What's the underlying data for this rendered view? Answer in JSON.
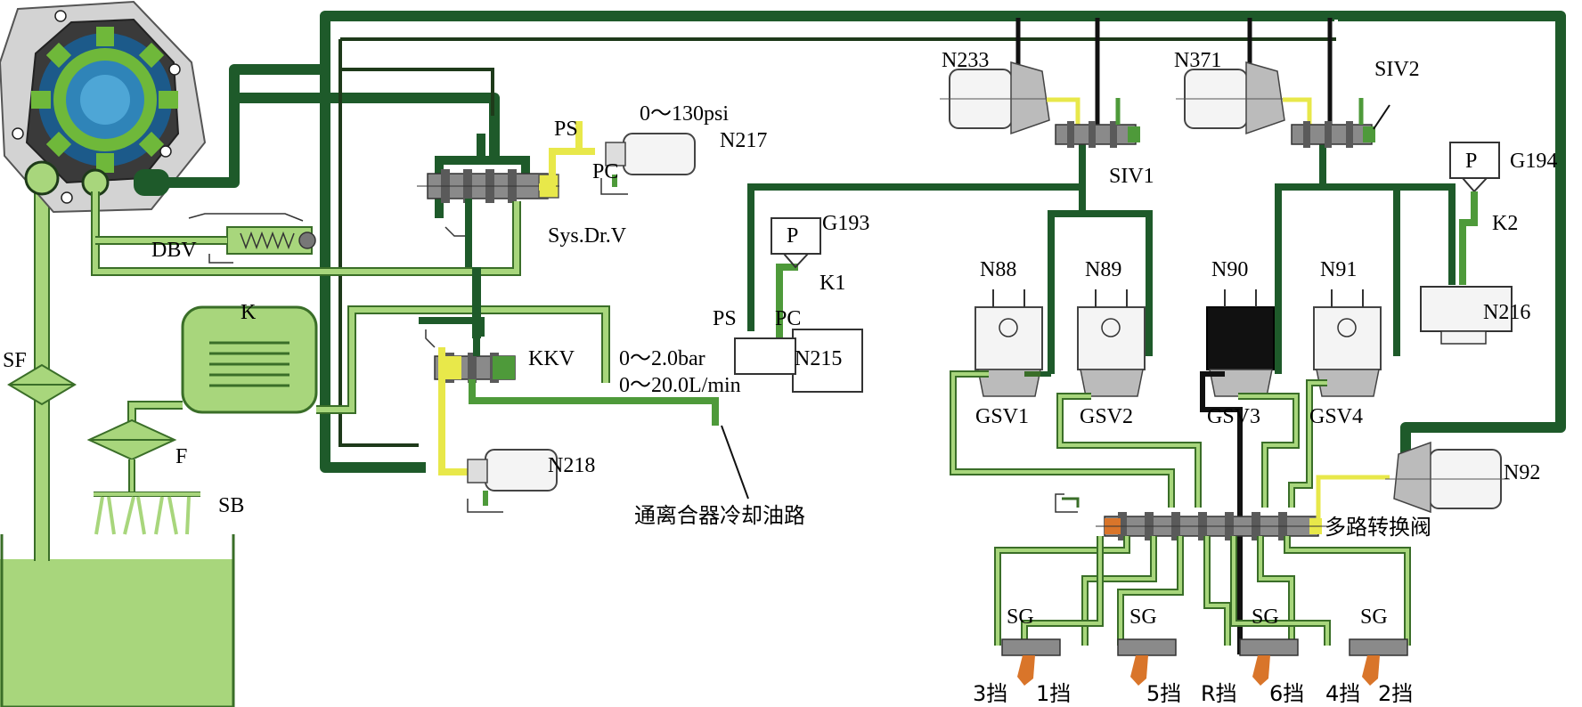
{
  "labels": {
    "n233": "N233",
    "n371": "N371",
    "siv2": "SIV2",
    "siv1": "SIV1",
    "ps_top": "PS",
    "pc_top": "PC",
    "range_130psi": "0～130psi",
    "n217": "N217",
    "sysdrv": "Sys.Dr.V",
    "g194": "G194",
    "p_g194": "P",
    "k2": "K2",
    "g193": "G193",
    "p_g193": "P",
    "k1": "K1",
    "ps_mid": "PS",
    "pc_mid": "PC",
    "n215": "N215",
    "n216": "N216",
    "dbv": "DBV",
    "k": "K",
    "sf": "SF",
    "kkv": "KKV",
    "range_bar": "0～2.0bar",
    "range_flow": "0～20.0L/min",
    "f": "F",
    "sb": "SB",
    "n218": "N218",
    "cooling": "通离合器冷却油路",
    "n88": "N88",
    "n89": "N89",
    "n90": "N90",
    "n91": "N91",
    "gsv1": "GSV1",
    "gsv2": "GSV2",
    "gsv3": "GSV3",
    "gsv4": "GSV4",
    "n92": "N92",
    "multivalve": "多路转换阀",
    "sg1": "SG",
    "sg2": "SG",
    "sg3": "SG",
    "sg4": "SG",
    "gear_3": "3挡",
    "gear_1": "1挡",
    "gear_5": "5挡",
    "gear_r": "R挡",
    "gear_6": "6挡",
    "gear_4": "4挡",
    "gear_2": "2挡"
  },
  "colors": {
    "dark_green": "#1e5a2a",
    "medium_green": "#4e9a3a",
    "light_green": "#a8d67c",
    "yellow": "#e8e84a",
    "orange": "#d9752a",
    "black": "#111111"
  }
}
